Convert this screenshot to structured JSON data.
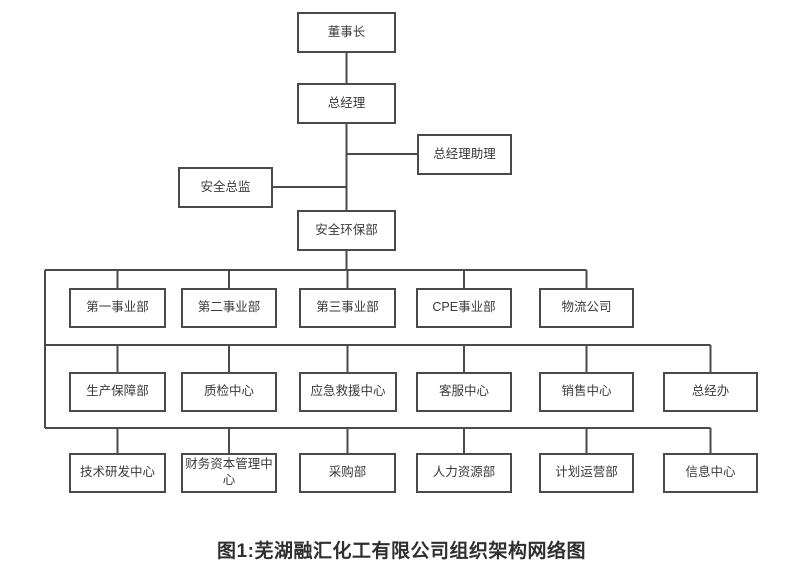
{
  "org": {
    "chairman": "董事长",
    "general_manager": "总经理",
    "gm_assistant": "总经理助理",
    "safety_director": "安全总监",
    "safety_env_dept": "安全环保部",
    "row1": [
      "第一事业部",
      "第二事业部",
      "第三事业部",
      "CPE事业部",
      "物流公司"
    ],
    "row2": [
      "生产保障部",
      "质检中心",
      "应急救援中心",
      "客服中心",
      "销售中心",
      "总经办"
    ],
    "row3": [
      "技术研发中心",
      "财务资本管理中心",
      "采购部",
      "人力资源部",
      "计划运营部",
      "信息中心"
    ]
  },
  "caption": "图1:芜湖融汇化工有限公司组织架构网络图",
  "colors": {
    "line": "#4a4a4a",
    "text": "#3a3a3a",
    "background": "#ffffff"
  }
}
